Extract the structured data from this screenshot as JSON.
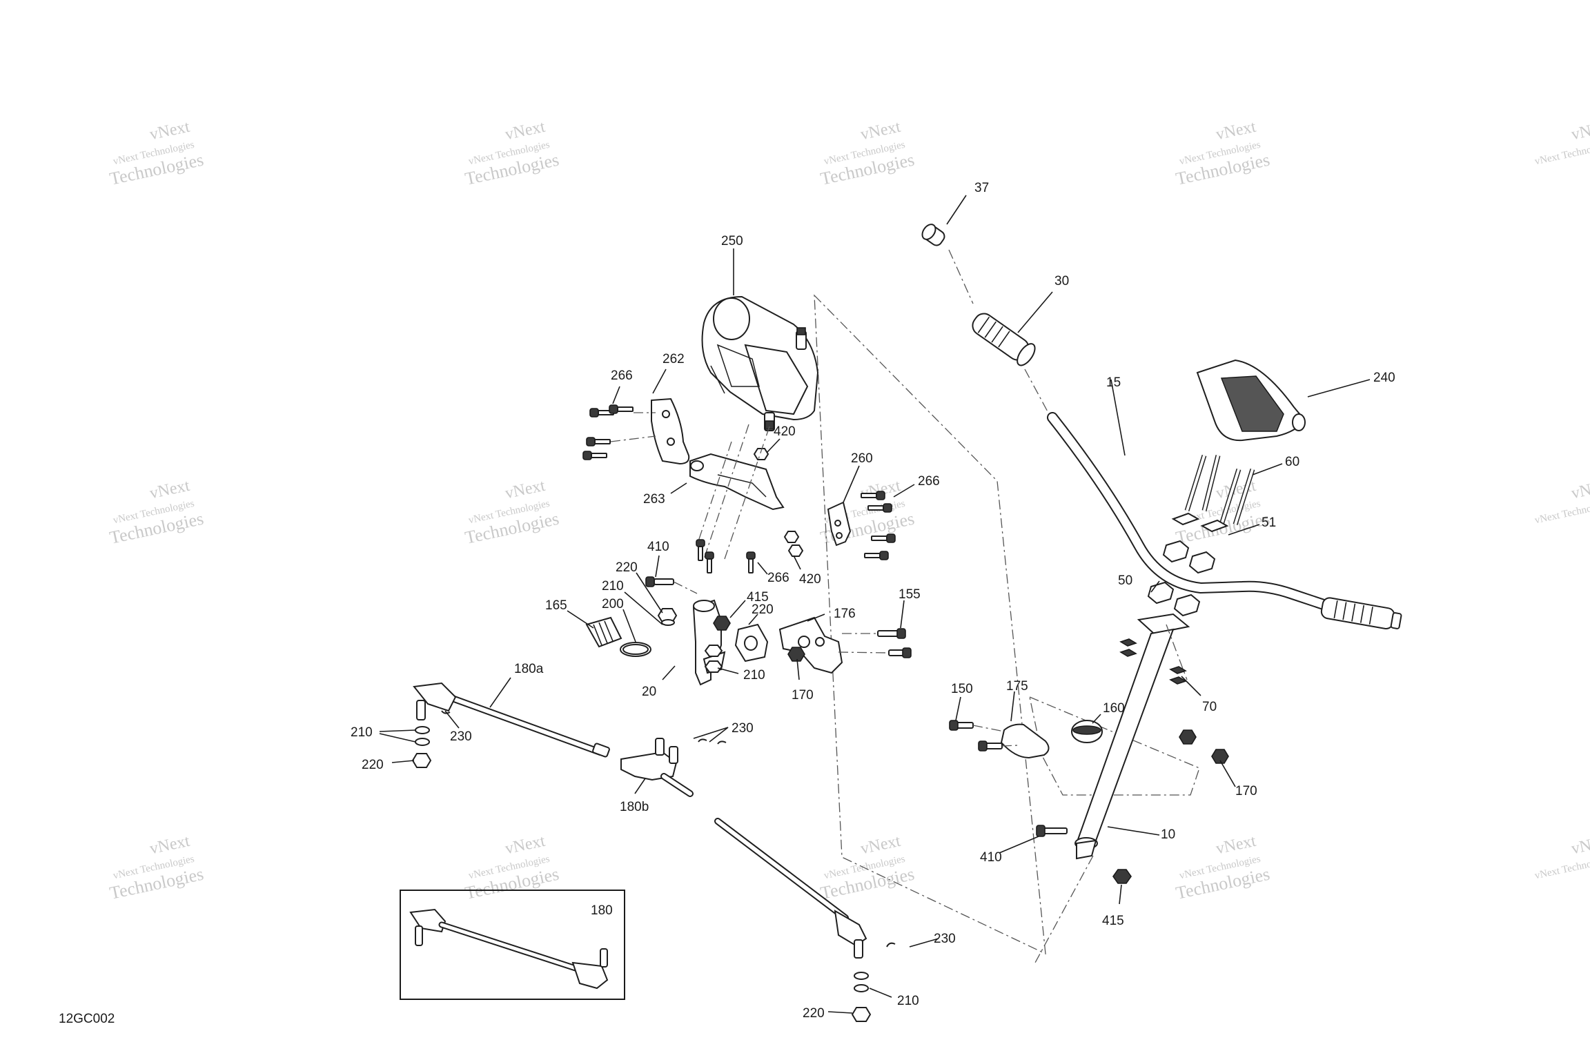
{
  "figure_code": "12GC002",
  "watermark": {
    "line1": "vNext",
    "line2": "vNext Technologies",
    "line3": "Technologies"
  },
  "inset_label": "180",
  "callouts": [
    {
      "id": "c-37",
      "text": "37"
    },
    {
      "id": "c-30",
      "text": "30"
    },
    {
      "id": "c-250",
      "text": "250"
    },
    {
      "id": "c-262",
      "text": "262"
    },
    {
      "id": "c-266a",
      "text": "266"
    },
    {
      "id": "c-420a",
      "text": "420"
    },
    {
      "id": "c-260",
      "text": "260"
    },
    {
      "id": "c-266b",
      "text": "266"
    },
    {
      "id": "c-263",
      "text": "263"
    },
    {
      "id": "c-266c",
      "text": "266"
    },
    {
      "id": "c-420b",
      "text": "420"
    },
    {
      "id": "c-15",
      "text": "15"
    },
    {
      "id": "c-240",
      "text": "240"
    },
    {
      "id": "c-60",
      "text": "60"
    },
    {
      "id": "c-51",
      "text": "51"
    },
    {
      "id": "c-50",
      "text": "50"
    },
    {
      "id": "c-410a",
      "text": "410"
    },
    {
      "id": "c-220a",
      "text": "220"
    },
    {
      "id": "c-210a",
      "text": "210"
    },
    {
      "id": "c-200",
      "text": "200"
    },
    {
      "id": "c-165",
      "text": "165"
    },
    {
      "id": "c-415a",
      "text": "415"
    },
    {
      "id": "c-220b",
      "text": "220"
    },
    {
      "id": "c-176",
      "text": "176"
    },
    {
      "id": "c-155",
      "text": "155"
    },
    {
      "id": "c-210b",
      "text": "210"
    },
    {
      "id": "c-20",
      "text": "20"
    },
    {
      "id": "c-170a",
      "text": "170"
    },
    {
      "id": "c-180a",
      "text": "180a"
    },
    {
      "id": "c-150",
      "text": "150"
    },
    {
      "id": "c-175",
      "text": "175"
    },
    {
      "id": "c-160",
      "text": "160"
    },
    {
      "id": "c-70",
      "text": "70"
    },
    {
      "id": "c-210c",
      "text": "210"
    },
    {
      "id": "c-230a",
      "text": "230"
    },
    {
      "id": "c-220c",
      "text": "220"
    },
    {
      "id": "c-230b",
      "text": "230"
    },
    {
      "id": "c-180b",
      "text": "180b"
    },
    {
      "id": "c-170b",
      "text": "170"
    },
    {
      "id": "c-10",
      "text": "10"
    },
    {
      "id": "c-410b",
      "text": "410"
    },
    {
      "id": "c-415b",
      "text": "415"
    },
    {
      "id": "c-230c",
      "text": "230"
    },
    {
      "id": "c-210d",
      "text": "210"
    },
    {
      "id": "c-220d",
      "text": "220"
    }
  ]
}
